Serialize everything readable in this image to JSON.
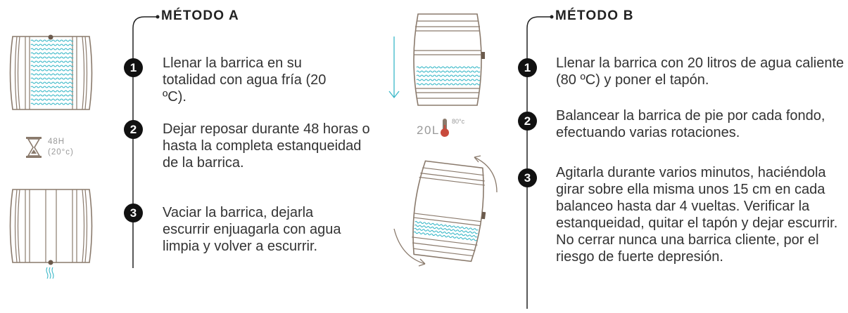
{
  "methods": [
    {
      "title": "MÉTODO A",
      "steps": [
        {
          "num": "1",
          "text": "Llenar la barrica en su totalidad con agua fría (20 ºC)."
        },
        {
          "num": "2",
          "text": "Dejar reposar durante 48 horas o hasta la completa estanqueidad de la barrica."
        },
        {
          "num": "3",
          "text": "Vaciar la barrica, dejarla escurrir enjuagarla con agua limpia y volver a escurrir."
        }
      ],
      "wait_label": {
        "hours": "48H",
        "temp": "(20°c)"
      },
      "icons": [
        "barrel-full-water-icon",
        "hourglass-icon",
        "barrel-empty-icon",
        "steam-icon"
      ]
    },
    {
      "title": "MÉTODO B",
      "steps": [
        {
          "num": "1",
          "text": "Llenar la barrica con 20 litros de agua caliente (80 ºC) y poner el tapón."
        },
        {
          "num": "2",
          "text": "Balancear la barrica de pie por cada fondo, efectuando varias rotaciones."
        },
        {
          "num": "3",
          "text": "Agitarla durante varios minutos, haciéndola girar sobre ella misma unos 15 cm en cada balanceo hasta dar 4 vueltas. Verificar la estanqueidad, quitar el tapón y dejar escurrir. No cerrar nunca una barrica cliente, por el riesgo de fuerte depresión."
        }
      ],
      "fill_label": {
        "volume": "20L",
        "temp": "80°c"
      },
      "icons": [
        "barrel-standing-water-icon",
        "down-arrow-icon",
        "thermometer-icon",
        "barrel-tilted-water-icon",
        "rotate-arrows-icon"
      ]
    }
  ],
  "colors": {
    "barrel": "#8a7a6c",
    "water": "#3ab8c8",
    "thermo": "#c84a3c",
    "text": "#333333"
  }
}
